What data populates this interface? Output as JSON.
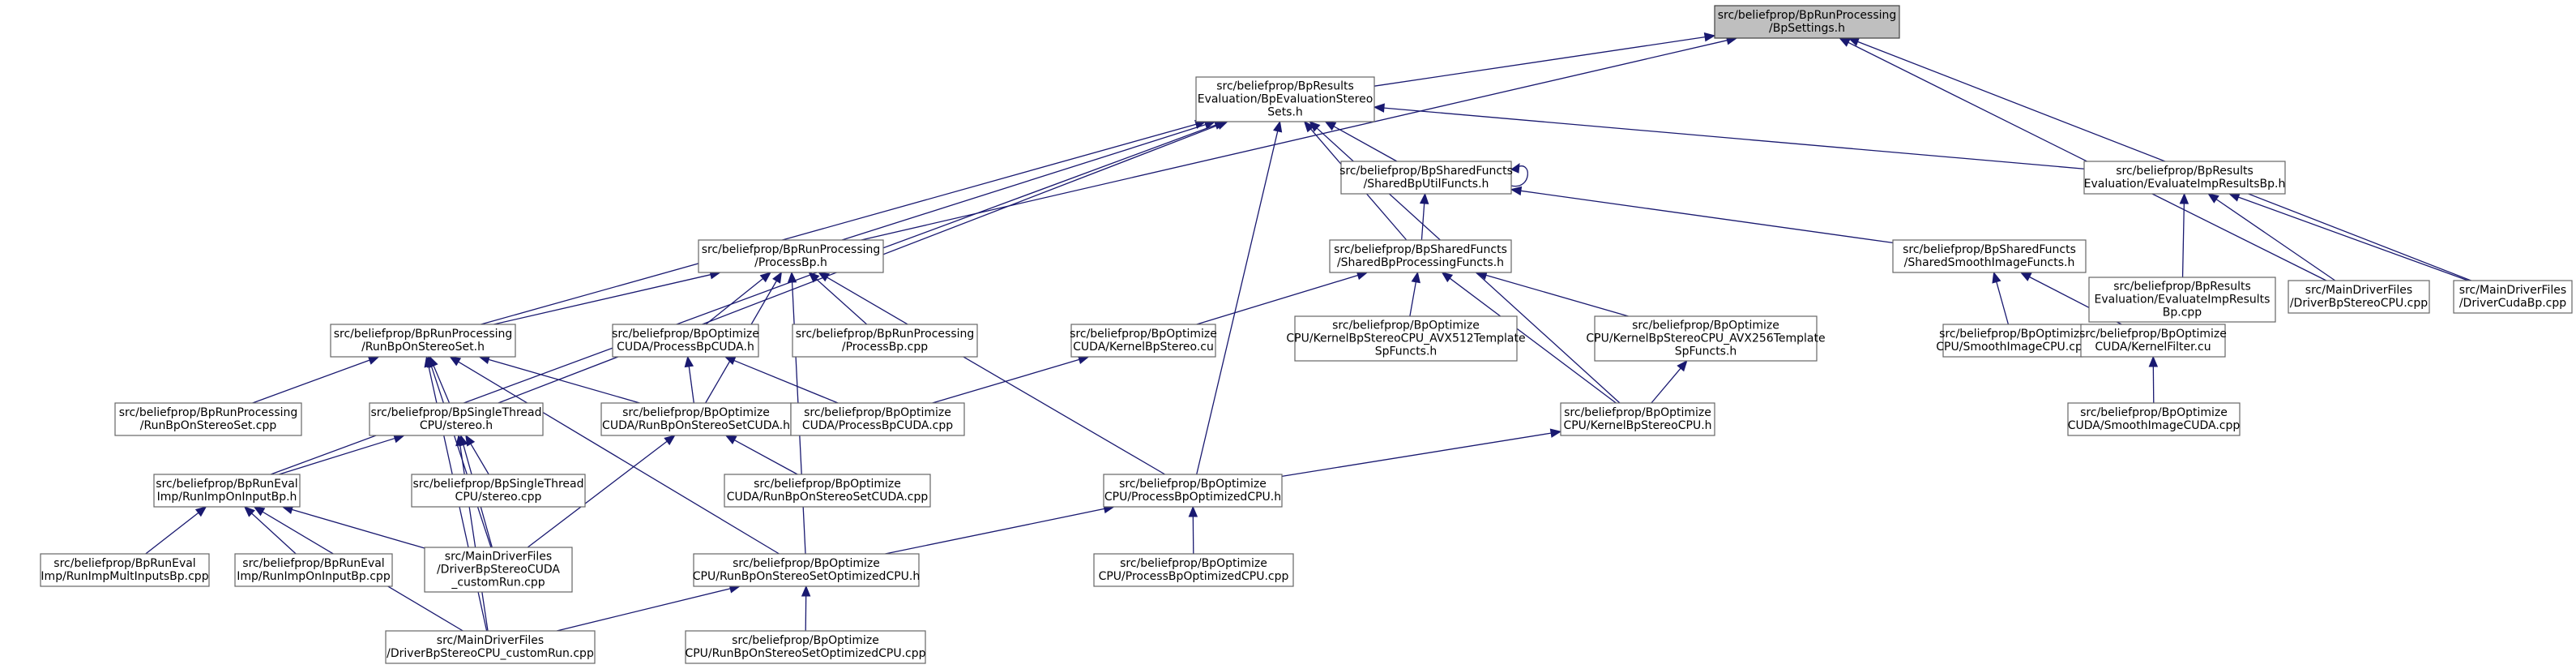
{
  "graph": {
    "colors": {
      "edge": "#191970",
      "node_border": "#666666",
      "root_fill": "#bfbfbf",
      "node_fill": "#ffffff"
    },
    "nodes": [
      {
        "id": "settings",
        "lines": [
          "src/beliefprop/BpRunProcessing",
          "/BpSettings.h"
        ],
        "root": true
      },
      {
        "id": "evalstereo",
        "lines": [
          "src/beliefprop/BpResults",
          "Evaluation/BpEvaluationStereo",
          "Sets.h"
        ]
      },
      {
        "id": "utilfuncts",
        "lines": [
          "src/beliefprop/BpSharedFuncts",
          "/SharedBpUtilFuncts.h"
        ]
      },
      {
        "id": "evalimp_h",
        "lines": [
          "src/beliefprop/BpResults",
          "Evaluation/EvaluateImpResultsBp.h"
        ]
      },
      {
        "id": "processbp_h",
        "lines": [
          "src/beliefprop/BpRunProcessing",
          "/ProcessBp.h"
        ]
      },
      {
        "id": "procfuncts",
        "lines": [
          "src/beliefprop/BpSharedFuncts",
          "/SharedBpProcessingFuncts.h"
        ]
      },
      {
        "id": "smoothfuncts",
        "lines": [
          "src/beliefprop/BpSharedFuncts",
          "/SharedSmoothImageFuncts.h"
        ]
      },
      {
        "id": "evalimp_cpp",
        "lines": [
          "src/beliefprop/BpResults",
          "Evaluation/EvaluateImpResults",
          "Bp.cpp"
        ]
      },
      {
        "id": "drivercpu",
        "lines": [
          "src/MainDriverFiles",
          "/DriverBpStereoCPU.cpp"
        ]
      },
      {
        "id": "drivercuda",
        "lines": [
          "src/MainDriverFiles",
          "/DriverCudaBp.cpp"
        ]
      },
      {
        "id": "runstereo_h",
        "lines": [
          "src/beliefprop/BpRunProcessing",
          "/RunBpOnStereoSet.h"
        ]
      },
      {
        "id": "procbpcuda_h",
        "lines": [
          "src/beliefprop/BpOptimize",
          "CUDA/ProcessBpCUDA.h"
        ]
      },
      {
        "id": "processbp_cpp",
        "lines": [
          "src/beliefprop/BpRunProcessing",
          "/ProcessBp.cpp"
        ]
      },
      {
        "id": "kernelstereo_cu",
        "lines": [
          "src/beliefprop/BpOptimize",
          "CUDA/KernelBpStereo.cu"
        ]
      },
      {
        "id": "avx512",
        "lines": [
          "src/beliefprop/BpOptimize",
          "CPU/KernelBpStereoCPU_AVX512Template",
          "SpFuncts.h"
        ]
      },
      {
        "id": "avx256",
        "lines": [
          "src/beliefprop/BpOptimize",
          "CPU/KernelBpStereoCPU_AVX256Template",
          "SpFuncts.h"
        ]
      },
      {
        "id": "smoothcpu",
        "lines": [
          "src/beliefprop/BpOptimize",
          "CPU/SmoothImageCPU.cpp"
        ]
      },
      {
        "id": "kernelfilter",
        "lines": [
          "src/beliefprop/BpOptimize",
          "CUDA/KernelFilter.cu"
        ]
      },
      {
        "id": "runstereo_cpp",
        "lines": [
          "src/beliefprop/BpRunProcessing",
          "/RunBpOnStereoSet.cpp"
        ]
      },
      {
        "id": "singlethread_h",
        "lines": [
          "src/beliefprop/BpSingleThread",
          "CPU/stereo.h"
        ]
      },
      {
        "id": "runcuda_h",
        "lines": [
          "src/beliefprop/BpOptimize",
          "CUDA/RunBpOnStereoSetCUDA.h"
        ]
      },
      {
        "id": "procbpcuda_cpp",
        "lines": [
          "src/beliefprop/BpOptimize",
          "CUDA/ProcessBpCUDA.cpp"
        ]
      },
      {
        "id": "kernelcpu_h",
        "lines": [
          "src/beliefprop/BpOptimize",
          "CPU/KernelBpStereoCPU.h"
        ]
      },
      {
        "id": "smoothcuda",
        "lines": [
          "src/beliefprop/BpOptimize",
          "CUDA/SmoothImageCUDA.cpp"
        ]
      },
      {
        "id": "runimp_h",
        "lines": [
          "src/beliefprop/BpRunEval",
          "Imp/RunImpOnInputBp.h"
        ]
      },
      {
        "id": "stereo_cpp",
        "lines": [
          "src/beliefprop/BpSingleThread",
          "CPU/stereo.cpp"
        ]
      },
      {
        "id": "runcuda_cpp",
        "lines": [
          "src/beliefprop/BpOptimize",
          "CUDA/RunBpOnStereoSetCUDA.cpp"
        ]
      },
      {
        "id": "procopt_h",
        "lines": [
          "src/beliefprop/BpOptimize",
          "CPU/ProcessBpOptimizedCPU.h"
        ]
      },
      {
        "id": "runimpmulti",
        "lines": [
          "src/beliefprop/BpRunEval",
          "Imp/RunImpMultInputsBp.cpp"
        ]
      },
      {
        "id": "runimp_cpp",
        "lines": [
          "src/beliefprop/BpRunEval",
          "Imp/RunImpOnInputBp.cpp"
        ]
      },
      {
        "id": "drivercuda_custom",
        "lines": [
          "src/MainDriverFiles",
          "/DriverBpStereoCUDA",
          "_customRun.cpp"
        ]
      },
      {
        "id": "runopt_h",
        "lines": [
          "src/beliefprop/BpOptimize",
          "CPU/RunBpOnStereoSetOptimizedCPU.h"
        ]
      },
      {
        "id": "procopt_cpp",
        "lines": [
          "src/beliefprop/BpOptimize",
          "CPU/ProcessBpOptimizedCPU.cpp"
        ]
      },
      {
        "id": "drivercpu_custom",
        "lines": [
          "src/MainDriverFiles",
          "/DriverBpStereoCPU_customRun.cpp"
        ]
      },
      {
        "id": "runopt_cpp",
        "lines": [
          "src/beliefprop/BpOptimize",
          "CPU/RunBpOnStereoSetOptimizedCPU.cpp"
        ]
      }
    ],
    "edges": [
      [
        "evalstereo",
        "settings"
      ],
      [
        "processbp_h",
        "settings"
      ],
      [
        "drivercpu",
        "settings"
      ],
      [
        "drivercuda",
        "settings"
      ],
      [
        "utilfuncts",
        "evalstereo"
      ],
      [
        "utilfuncts",
        "utilfuncts"
      ],
      [
        "evalimp_h",
        "evalstereo"
      ],
      [
        "processbp_h",
        "evalstereo"
      ],
      [
        "procfuncts",
        "evalstereo"
      ],
      [
        "runstereo_h",
        "evalstereo"
      ],
      [
        "singlethread_h",
        "evalstereo"
      ],
      [
        "kernelcpu_h",
        "evalstereo"
      ],
      [
        "procopt_h",
        "evalstereo"
      ],
      [
        "runimp_h",
        "evalstereo"
      ],
      [
        "procfuncts",
        "utilfuncts"
      ],
      [
        "smoothfuncts",
        "utilfuncts"
      ],
      [
        "evalimp_cpp",
        "evalimp_h"
      ],
      [
        "drivercpu",
        "evalimp_h"
      ],
      [
        "drivercuda",
        "evalimp_h"
      ],
      [
        "runstereo_h",
        "processbp_h"
      ],
      [
        "procbpcuda_h",
        "processbp_h"
      ],
      [
        "processbp_cpp",
        "processbp_h"
      ],
      [
        "runcuda_h",
        "processbp_h"
      ],
      [
        "procopt_h",
        "processbp_h"
      ],
      [
        "runopt_h",
        "processbp_h"
      ],
      [
        "kernelstereo_cu",
        "procfuncts"
      ],
      [
        "avx512",
        "procfuncts"
      ],
      [
        "avx256",
        "procfuncts"
      ],
      [
        "kernelcpu_h",
        "procfuncts"
      ],
      [
        "smoothcpu",
        "smoothfuncts"
      ],
      [
        "kernelfilter",
        "smoothfuncts"
      ],
      [
        "runstereo_cpp",
        "runstereo_h"
      ],
      [
        "singlethread_h",
        "runstereo_h"
      ],
      [
        "runcuda_h",
        "runstereo_h"
      ],
      [
        "runopt_h",
        "runstereo_h"
      ],
      [
        "drivercuda_custom",
        "runstereo_h"
      ],
      [
        "drivercpu_custom",
        "runstereo_h"
      ],
      [
        "runcuda_h",
        "procbpcuda_h"
      ],
      [
        "procbpcuda_cpp",
        "procbpcuda_h"
      ],
      [
        "procbpcuda_cpp",
        "kernelstereo_cu"
      ],
      [
        "kernelcpu_h",
        "avx256"
      ],
      [
        "smoothcuda",
        "kernelfilter"
      ],
      [
        "runimp_h",
        "singlethread_h"
      ],
      [
        "stereo_cpp",
        "singlethread_h"
      ],
      [
        "drivercuda_custom",
        "singlethread_h"
      ],
      [
        "drivercpu_custom",
        "singlethread_h"
      ],
      [
        "runcuda_cpp",
        "runcuda_h"
      ],
      [
        "drivercuda_custom",
        "runcuda_h"
      ],
      [
        "procopt_h",
        "kernelcpu_h"
      ],
      [
        "runimpmulti",
        "runimp_h"
      ],
      [
        "runimp_cpp",
        "runimp_h"
      ],
      [
        "drivercuda_custom",
        "runimp_h"
      ],
      [
        "drivercpu_custom",
        "runimp_h"
      ],
      [
        "runopt_h",
        "procopt_h"
      ],
      [
        "procopt_cpp",
        "procopt_h"
      ],
      [
        "drivercpu_custom",
        "runopt_h"
      ],
      [
        "runopt_cpp",
        "runopt_h"
      ]
    ]
  }
}
